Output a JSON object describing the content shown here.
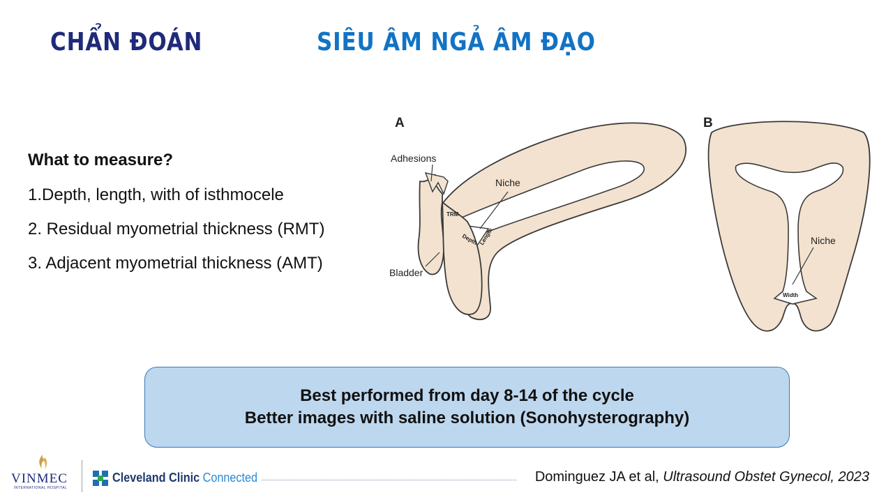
{
  "header": {
    "title_left": "CHẨN ĐOÁN",
    "title_right": "SIÊU ÂM NGẢ ÂM ĐẠO"
  },
  "measure": {
    "question": "What to measure?",
    "items": [
      "1.Depth, length, with of isthmocele",
      "2. Residual myometrial thickness (RMT)",
      "3. Adjacent myometrial thickness (AMT)"
    ]
  },
  "figure": {
    "panel_a": "A",
    "panel_b": "B",
    "adhesions": "Adhesions",
    "niche_a": "Niche",
    "trm": "TRM",
    "depth": "Depth",
    "length": "Length",
    "bladder": "Bladder",
    "niche_b": "Niche",
    "width": "Width"
  },
  "callout": {
    "line1": "Best performed from day 8-14 of the cycle",
    "line2": "Better images with saline solution (Sonohysterography)"
  },
  "footer": {
    "vinmec": "VINMEC",
    "vinmec_sub": "INTERNATIONAL HOSPITAL",
    "cleveland": "Cleveland Clinic",
    "connected": "Connected",
    "citation_author": "Dominguez JA et al, ",
    "citation_journal": "Ultrasound Obstet Gynecol, 2023"
  },
  "colors": {
    "title_dark": "#1f2a7a",
    "title_blue": "#1273c4",
    "tissue": "#f2e2cf",
    "callout_bg": "#bdd7ee",
    "callout_border": "#3a78b9"
  }
}
